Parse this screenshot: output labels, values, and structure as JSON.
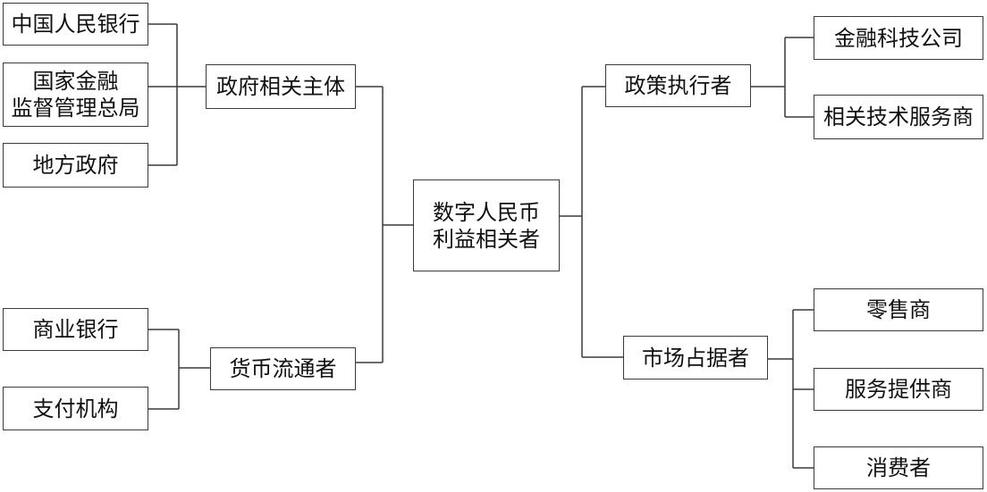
{
  "diagram": {
    "root": "数字人民币\n利益相关者",
    "government": {
      "label": "政府相关主体",
      "children": [
        "中国人民银行",
        "国家金融\n监督管理总局",
        "地方政府"
      ]
    },
    "currency": {
      "label": "货币流通者",
      "children": [
        "商业银行",
        "支付机构"
      ]
    },
    "policy": {
      "label": "政策执行者",
      "children": [
        "金融科技公司",
        "相关技术服务商"
      ]
    },
    "market": {
      "label": "市场占据者",
      "children": [
        "零售商",
        "服务提供商",
        "消费者"
      ]
    }
  }
}
